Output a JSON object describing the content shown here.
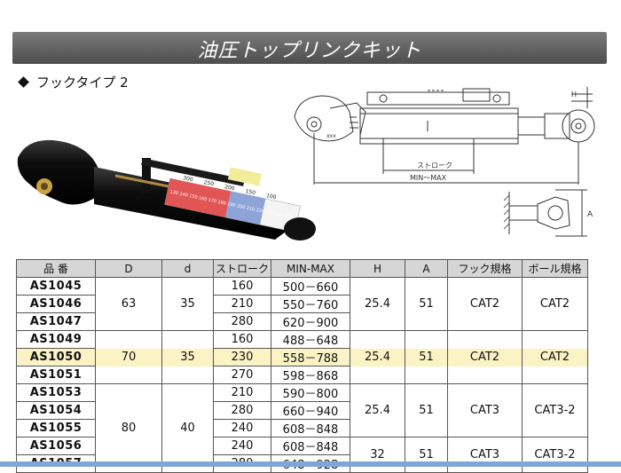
{
  "header": {
    "title": "油圧トップリンクキット"
  },
  "section": {
    "label": "フックタイプ 2"
  },
  "photo": {
    "scale_top": [
      "300",
      "250",
      "200",
      "150",
      "100"
    ],
    "scale_side": [
      "130",
      "140",
      "150",
      "160",
      "170",
      "180",
      "190",
      "200",
      "210",
      "220",
      "230",
      "240",
      "250"
    ]
  },
  "drawing": {
    "stroke_label": "ストローク",
    "minmax_label": "MIN～MAX",
    "h_label": "H",
    "a_label": "A",
    "mark_label": "xxx"
  },
  "table": {
    "headers": [
      "品 番",
      "D",
      "d",
      "ストローク",
      "MIN-MAX",
      "H",
      "A",
      "フック規格",
      "ボール規格"
    ],
    "part_numbers": [
      "AS1045",
      "AS1046",
      "AS1047",
      "AS1049",
      "AS1050",
      "AS1051",
      "AS1053",
      "AS1054",
      "AS1055",
      "AS1056",
      "AS1057"
    ],
    "strokes": [
      "160",
      "210",
      "280",
      "160",
      "230",
      "270",
      "210",
      "280",
      "240",
      "240",
      "280"
    ],
    "minmax": [
      "500－660",
      "550－760",
      "620－900",
      "488－648",
      "558－788",
      "598－868",
      "590－800",
      "660－940",
      "608－848",
      "608－848",
      "648－928"
    ],
    "groups": [
      {
        "D": "63",
        "d": "35"
      },
      {
        "D": "70",
        "d": "35"
      },
      {
        "D": "80",
        "d": "40"
      }
    ],
    "hgroups": [
      {
        "H": "25.4",
        "A": "51",
        "hook": "CAT2",
        "ball": "CAT2"
      },
      {
        "H": "25.4",
        "A": "51",
        "hook": "CAT2",
        "ball": "CAT2"
      },
      {
        "H": "25.4",
        "A": "51",
        "hook": "CAT3",
        "ball": "CAT3-2"
      },
      {
        "H": "32",
        "A": "51",
        "hook": "CAT3",
        "ball": "CAT3-2"
      }
    ]
  }
}
